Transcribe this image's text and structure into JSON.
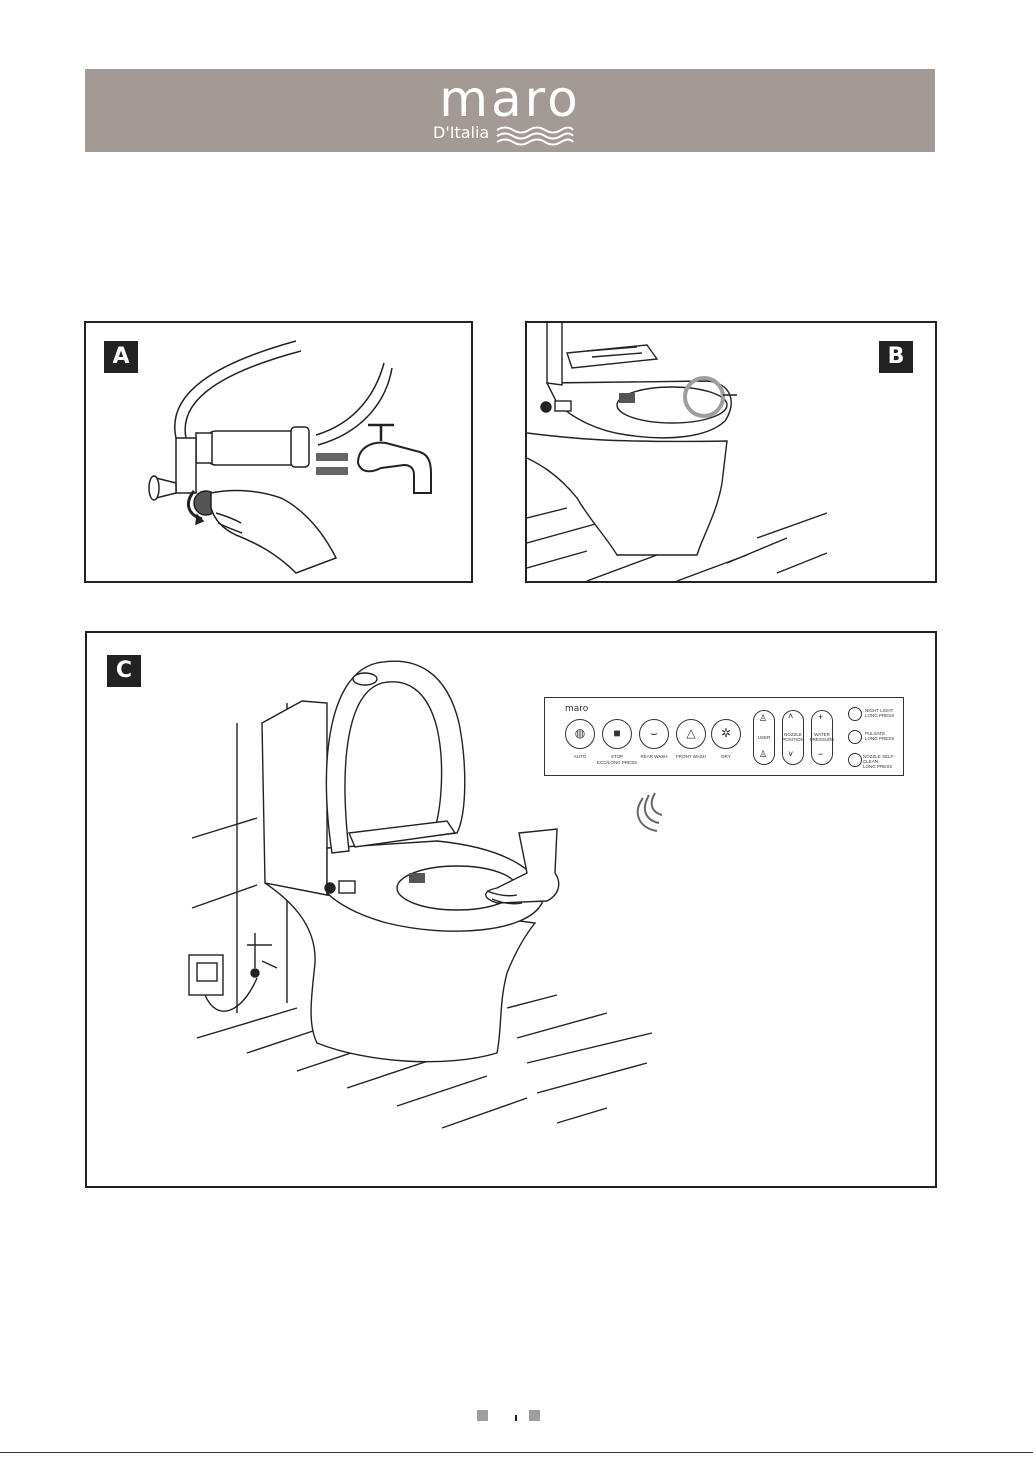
{
  "header": {
    "brand": "maro",
    "subbrand": "D'Italia"
  },
  "panels": [
    {
      "id": "A",
      "label": "A"
    },
    {
      "id": "B",
      "label": "B"
    },
    {
      "id": "C",
      "label": "C"
    }
  ],
  "remote": {
    "brand": "maro",
    "buttons": [
      {
        "label": "AUTO",
        "icon": "spiral-icon"
      },
      {
        "label": "STOP\nECO/LONG PRESS",
        "icon": "stop-icon"
      },
      {
        "label": "REAR WASH",
        "icon": "rear-wash-icon"
      },
      {
        "label": "FRONT WASH",
        "icon": "front-wash-icon"
      },
      {
        "label": "DRY",
        "icon": "fan-icon"
      }
    ],
    "user_label": "USER",
    "nozzle_label": "NOZZLE\nPOSITION",
    "pressure_label": "WATER\nPRESSURE",
    "side_options": [
      {
        "label": "NIGHT LIGHT\nLONG PRESS",
        "icon": "night-light-icon"
      },
      {
        "label": "PULSATE\nLONG PRESS",
        "icon": "pulsate-icon"
      },
      {
        "label": "NOZZLE SELF-CLEAN\nLONG PRESS",
        "icon": "self-clean-icon"
      }
    ]
  },
  "colors": {
    "header_bg": "#a39a96",
    "ink": "#222222",
    "highlight_ring": "#9e9e9e"
  }
}
